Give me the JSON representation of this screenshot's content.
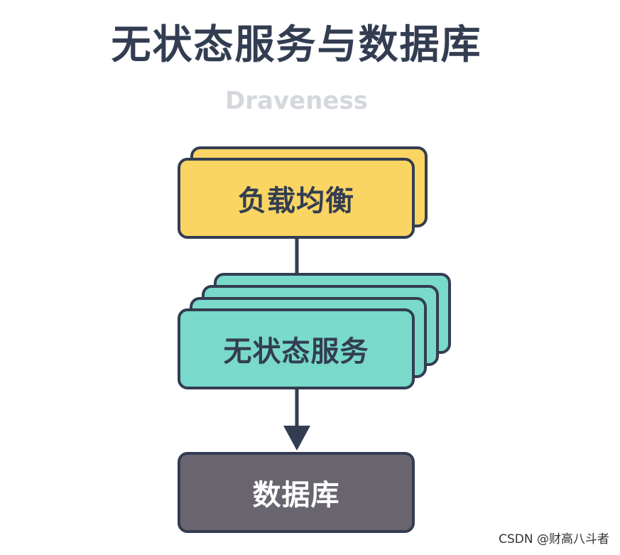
{
  "title": "无状态服务与数据库",
  "subtitle": "Draveness",
  "nodes": {
    "load_balancer": "负载均衡",
    "stateless_service": "无状态服务",
    "database": "数据库"
  },
  "watermark": "CSDN @财高八斗者",
  "colors": {
    "load_balancer_fill": "#fad563",
    "service_fill": "#79d9cb",
    "database_fill": "#69656f",
    "outline": "#333d52"
  }
}
